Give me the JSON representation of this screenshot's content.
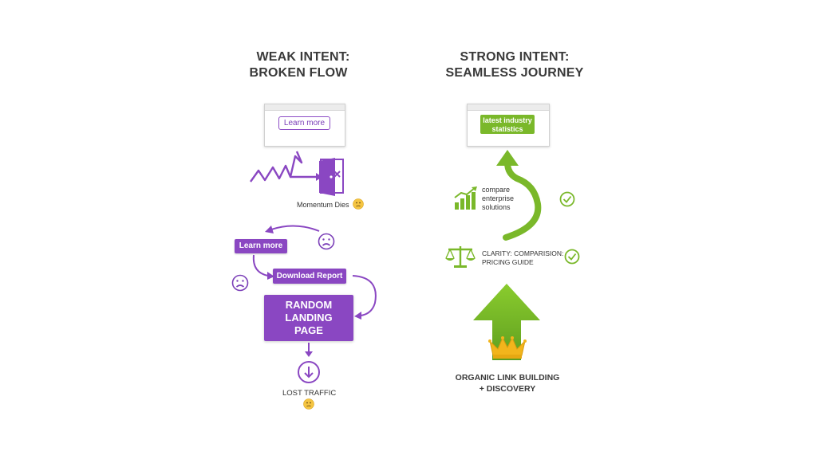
{
  "left": {
    "title_line1": "WEAK INTENT:",
    "title_line2": "BROKEN FLOW",
    "browser_button": "Learn more",
    "momentum_label": "Momentum Dies",
    "learn_more_button": "Learn more",
    "download_button": "Download Report",
    "landing_line1": "RANDOM",
    "landing_line2": "LANDING",
    "landing_line3": "PAGE",
    "lost_label": "LOST TRAFFIC"
  },
  "right": {
    "title_line1": "STRONG INTENT:",
    "title_line2": "SEAMLESS JOURNEY",
    "browser_chip_line1": "latest industry",
    "browser_chip_line2": "statistics",
    "compare_line1": "compare",
    "compare_line2": "enterprise",
    "compare_line3": "solutions",
    "clarity_line1": "CLARITY: COMPARISION:",
    "clarity_line2": "PRICING GUIDE",
    "bottom_line1": "ORGANIC LINK BUILDING",
    "bottom_line2": "+ DISCOVERY"
  },
  "colors": {
    "purple": "#8a47c2",
    "green": "#7ab82a",
    "gold": "#f2b51c",
    "emoji_yellow": "#f5c542"
  },
  "icons": [
    "zigzag-arrow-icon",
    "exit-door-icon",
    "sad-face-icon",
    "confused-emoji-icon",
    "down-arrow-circle-icon",
    "bar-chart-icon",
    "scale-icon",
    "check-circle-icon",
    "crown-icon",
    "up-arrow-icon"
  ]
}
